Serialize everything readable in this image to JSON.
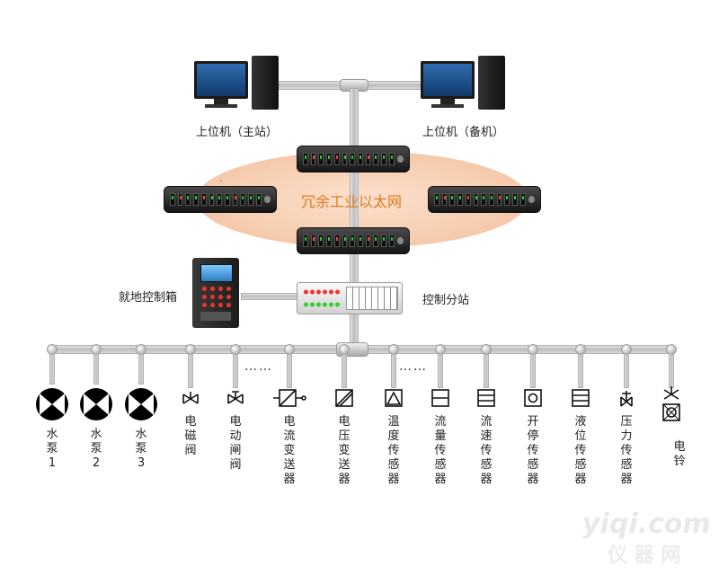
{
  "host_master_label": "上位机（主站）",
  "host_backup_label": "上位机（备机）",
  "network_label": "冗余工业以太网",
  "local_control_box_label": "就地控制箱",
  "control_substation_label": "控制分站",
  "ellipsis_1": "……",
  "ellipsis_2": "……",
  "devices": [
    {
      "label": "水泵1",
      "icon": "pump-icon"
    },
    {
      "label": "水泵2",
      "icon": "pump-icon"
    },
    {
      "label": "水泵3",
      "icon": "pump-icon"
    },
    {
      "label": "电磁阀",
      "icon": "solenoid-valve-icon"
    },
    {
      "label": "电动闸阀",
      "icon": "electric-gate-valve-icon"
    },
    {
      "label": "电流变送器",
      "icon": "current-transmitter-icon"
    },
    {
      "label": "电压变送器",
      "icon": "voltage-transmitter-icon"
    },
    {
      "label": "温度传感器",
      "icon": "temperature-sensor-icon"
    },
    {
      "label": "流量传感器",
      "icon": "flow-sensor-icon"
    },
    {
      "label": "流速传感器",
      "icon": "flow-velocity-sensor-icon"
    },
    {
      "label": "开停传感器",
      "icon": "on-off-sensor-icon"
    },
    {
      "label": "液位传感器",
      "icon": "liquid-level-sensor-icon"
    },
    {
      "label": "压力传感器",
      "icon": "pressure-sensor-icon"
    },
    {
      "label": "电铃",
      "icon": "bell-icon"
    }
  ],
  "watermark_main": "yiqi.com",
  "watermark_sub": "仪 器 网",
  "colors": {
    "network_label": "#e07a1c",
    "ellipse": "#f7cfb2"
  }
}
